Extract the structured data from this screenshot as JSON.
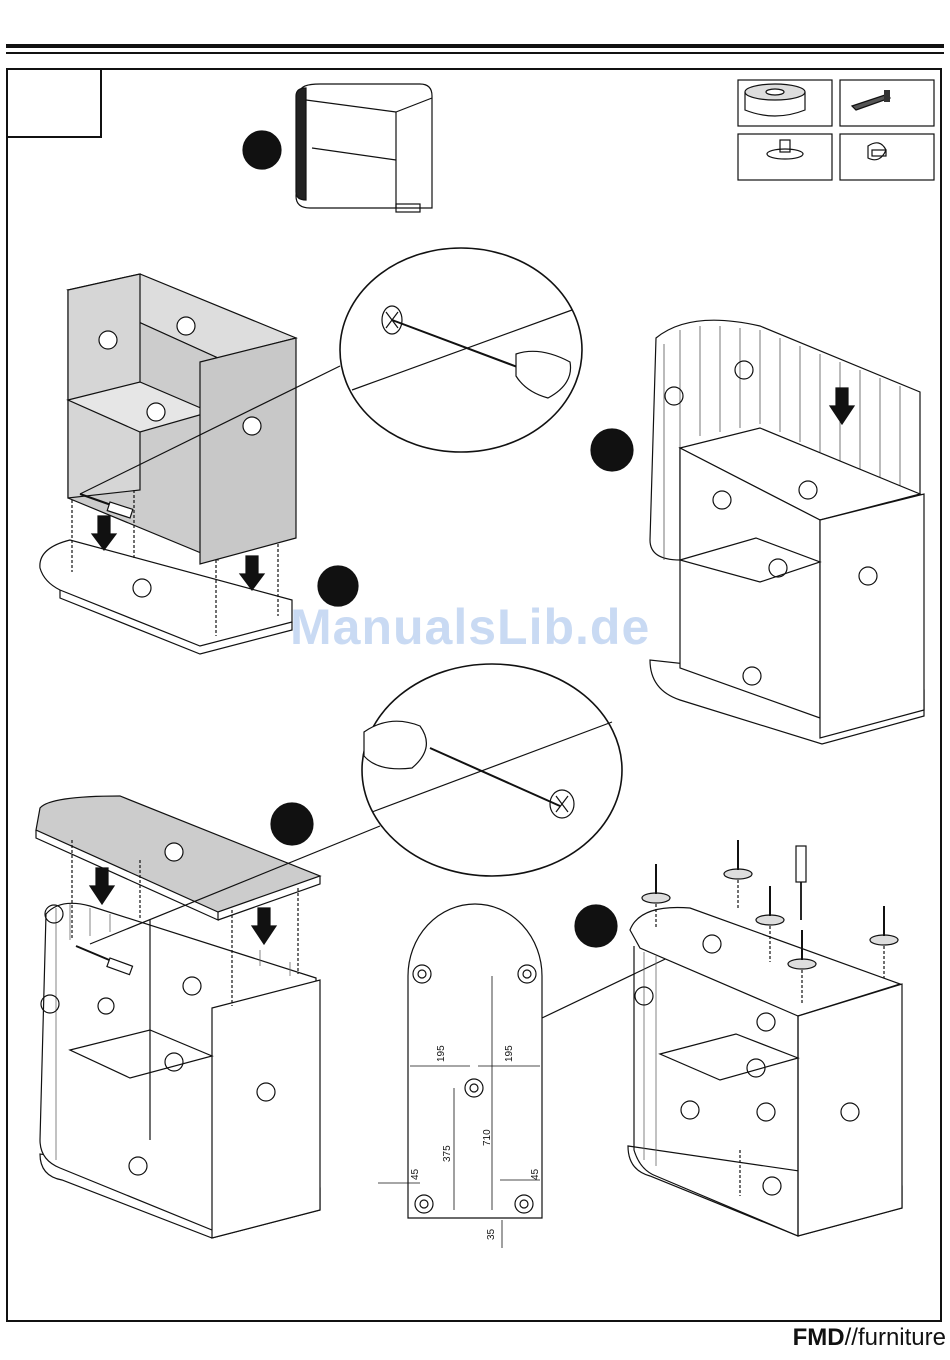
{
  "watermark": "ManualsLib.de",
  "brand": {
    "bold": "FMD",
    "sep": "//",
    "rest": "furniture"
  },
  "dimensions": {
    "d195_left": "195",
    "d195_right": "195",
    "d375": "375",
    "d710": "710",
    "d45_left": "45",
    "d45_right": "45",
    "d35": "35"
  }
}
